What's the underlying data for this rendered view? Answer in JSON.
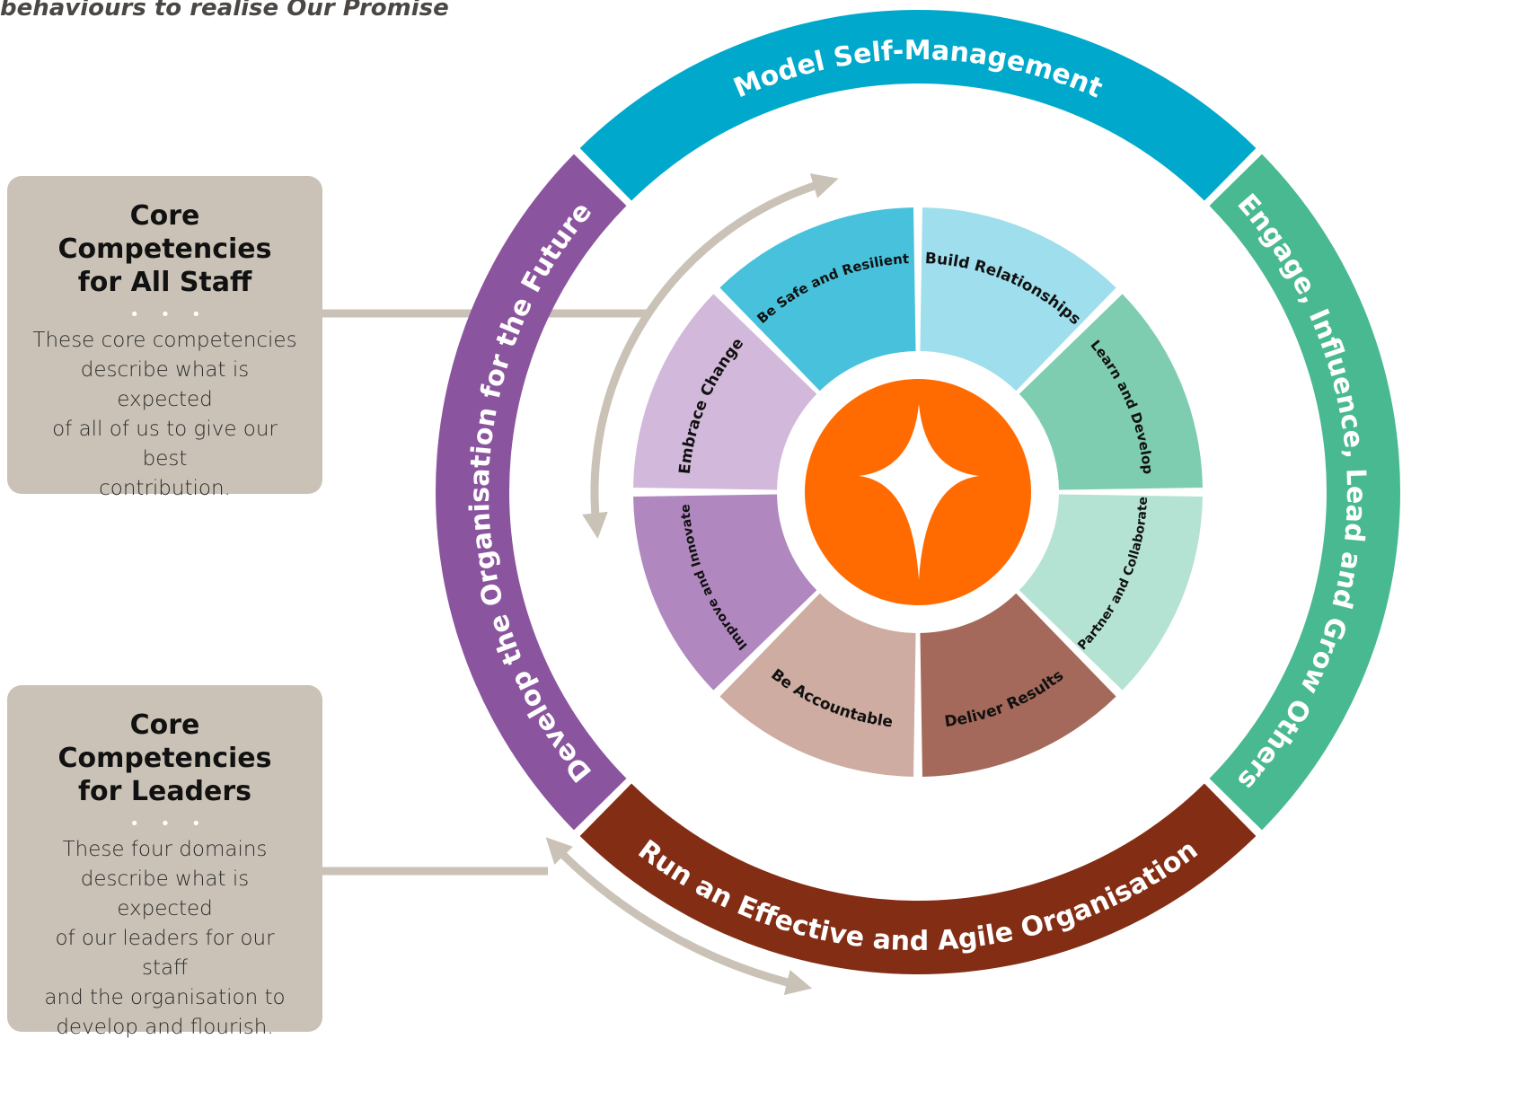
{
  "title": "behaviours to realise Our Promise",
  "panels": [
    {
      "heading_lines": [
        "Core",
        "Competencies",
        "for All Staff"
      ],
      "dots": "• • •",
      "body_lines": [
        "These core competencies",
        "describe what is expected",
        "of all of us to give our best",
        "contribution."
      ]
    },
    {
      "heading_lines": [
        "Core",
        "Competencies",
        "for Leaders"
      ],
      "dots": "• • •",
      "body_lines": [
        "These four domains",
        "describe what is expected",
        "of our leaders for our staff",
        "and the organisation to",
        "develop and flourish."
      ]
    }
  ],
  "outer_ring": [
    {
      "label": "Model Self-Management",
      "color": "#00a9cb"
    },
    {
      "label": "Engage, Influence, Lead and Grow Others",
      "color": "#48b990"
    },
    {
      "label": "Run an Effective and Agile Organisation",
      "color": "#842d15"
    },
    {
      "label": "Develop the Organisation for the Future",
      "color": "#8b549e"
    }
  ],
  "inner_ring": [
    {
      "label": "Build Relationships",
      "color": "#9fdeec"
    },
    {
      "label": "Learn and Develop",
      "color": "#7fcdb1"
    },
    {
      "label": "Partner and Collaborate",
      "color": "#b5e3d3"
    },
    {
      "label": "Deliver Results",
      "color": "#a4695a"
    },
    {
      "label": "Be Accountable",
      "color": "#cfaca1"
    },
    {
      "label": "Improve and Innovate",
      "color": "#b087bf"
    },
    {
      "label": "Embrace Change",
      "color": "#d2b8da"
    },
    {
      "label": "Be Safe and Resilient",
      "color": "#48c2dc"
    }
  ],
  "center": {
    "color": "#ff6b00",
    "icon": "four-point-star-icon"
  },
  "connector_color": "#cac2b6"
}
